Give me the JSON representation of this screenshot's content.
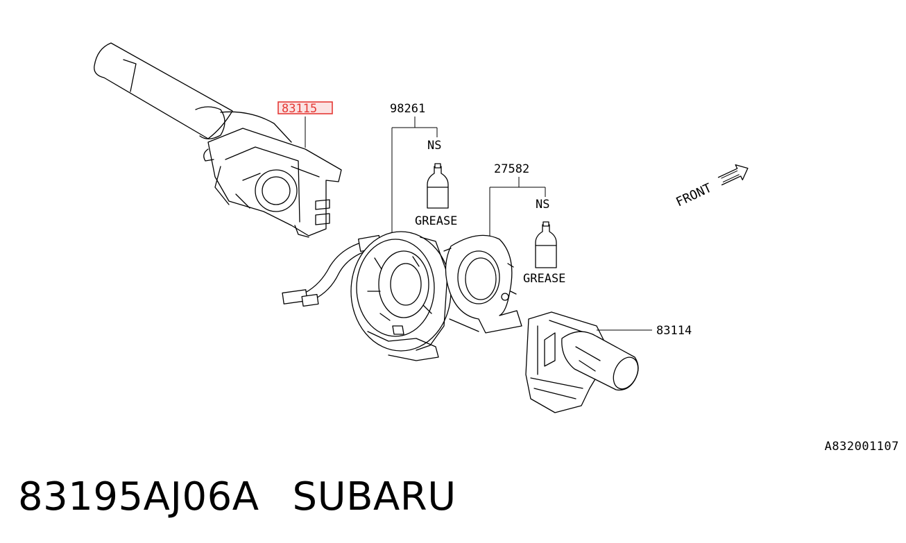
{
  "callouts": {
    "lever_left": "83115",
    "clock_spring": "98261",
    "sensor": "27582",
    "lever_right": "83114",
    "ns_1": "NS",
    "ns_2": "NS",
    "grease_1": "GREASE",
    "grease_2": "GREASE"
  },
  "highlight_color": "#e53935",
  "front_label": "FRONT",
  "drawing_id": "A832001107",
  "footer": {
    "part_number": "83195AJ06A",
    "brand": "SUBARU"
  }
}
